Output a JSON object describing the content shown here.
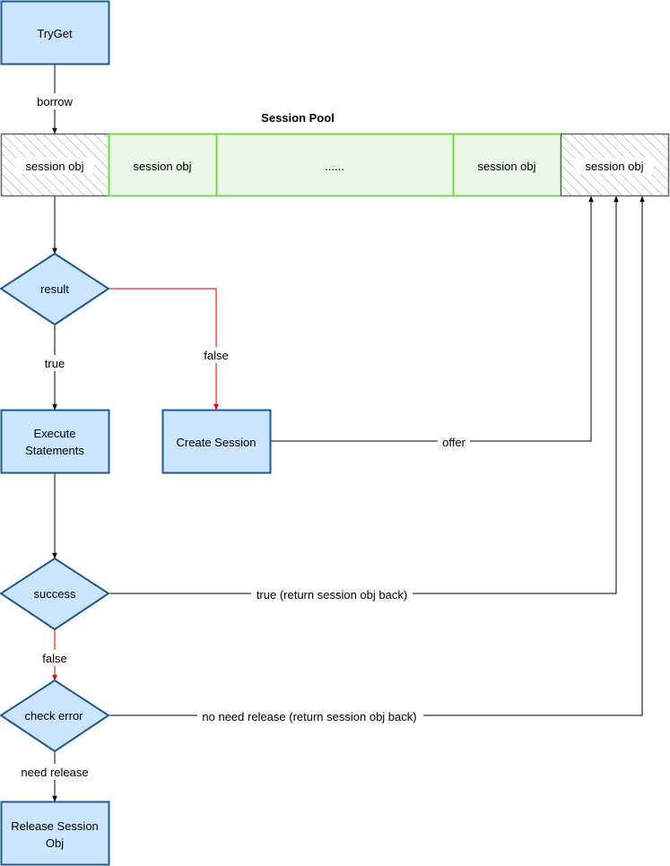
{
  "colors": {
    "process_fill": "#cce5ff",
    "process_stroke": "#1f5a8a",
    "pool_fill": "#eaf6e6",
    "pool_stroke": "#7ed35b",
    "hatched_stroke": "#666666",
    "hatch_line": "#9a9a9a",
    "edge": "#000000",
    "edge_false": "#e00000"
  },
  "nodes": {
    "tryget": "TryGet",
    "pool_title": "Session Pool",
    "pool_cell_1": "session obj",
    "pool_cell_2": "session obj",
    "pool_cell_3": "......",
    "pool_cell_4": "session obj",
    "pool_cell_5": "session obj",
    "result": "result",
    "execute_line1": "Execute",
    "execute_line2": "Statements",
    "create_session": "Create Session",
    "success": "success",
    "check_error": "check error",
    "release_line1": "Release Session",
    "release_line2": "Obj"
  },
  "edges": {
    "borrow": "borrow",
    "true_result": "true",
    "false_result": "false",
    "offer": "offer",
    "true_success": "true (return session obj back)",
    "false_success": "false",
    "no_need_release": "no need release (return session obj back)",
    "need_release": "need release"
  }
}
